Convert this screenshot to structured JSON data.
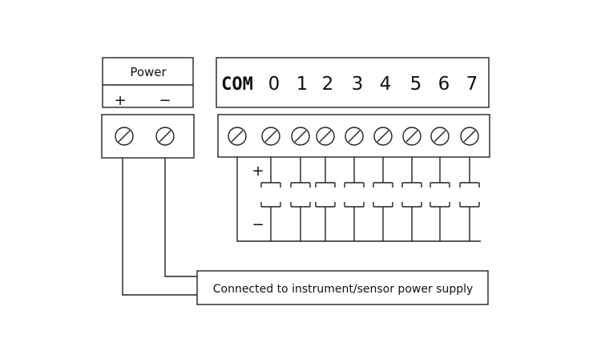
{
  "power_block": {
    "title": "Power",
    "plus_sign": "+",
    "minus_sign": "−"
  },
  "terminal_block": {
    "labels": [
      "COM",
      "0",
      "1",
      "2",
      "3",
      "4",
      "5",
      "6",
      "7"
    ]
  },
  "sensor_polarity": {
    "plus_sign": "+",
    "minus_sign": "−"
  },
  "supply_note": "Connected to instrument/sensor power supply"
}
